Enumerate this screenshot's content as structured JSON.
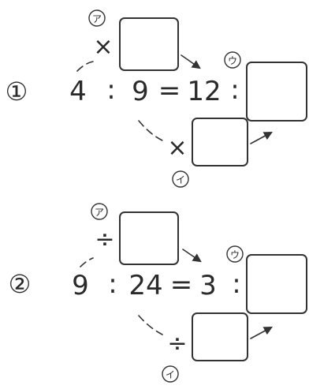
{
  "problems": [
    {
      "number": "①",
      "a": "4",
      "colon1": ":",
      "b": "9",
      "equals": "=",
      "c": "12",
      "colon2": ":",
      "operator_top": "×",
      "operator_bottom": "×",
      "label_top": "ア",
      "label_bottom": "イ",
      "label_answer": "ウ"
    },
    {
      "number": "②",
      "a": "9",
      "colon1": ":",
      "b": "24",
      "equals": "=",
      "c": "3",
      "colon2": ":",
      "operator_top": "÷",
      "operator_bottom": "÷",
      "label_top": "ア",
      "label_bottom": "イ",
      "label_answer": "ウ"
    }
  ]
}
